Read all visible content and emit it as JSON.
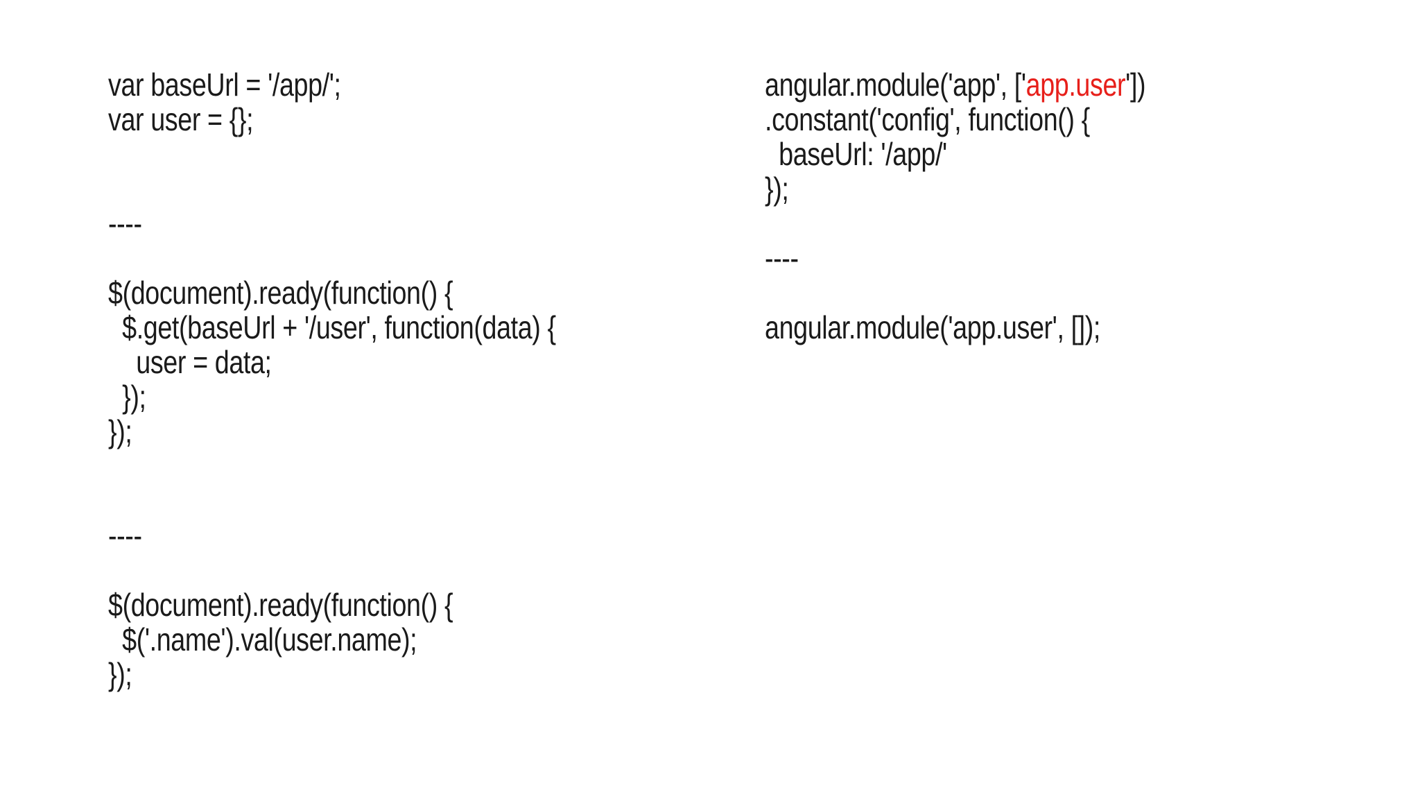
{
  "colors": {
    "background": "#ffffff",
    "text": "#1a1a1a",
    "highlight_red": "#e71f1a"
  },
  "left_column": {
    "language": "jquery-javascript",
    "lines": [
      "var baseUrl = '/app/';",
      "var user = {};",
      "",
      "",
      "----",
      "",
      "$(document).ready(function() {",
      "  $.get(baseUrl + '/user', function(data) {",
      "    user = data;",
      "  });",
      "});",
      "",
      "",
      "----",
      "",
      "$(document).ready(function() {",
      "  $('.name').val(user.name);",
      "});"
    ]
  },
  "right_column": {
    "language": "angularjs",
    "line1": {
      "prefix": "angular.module('app', ['",
      "highlight": "app.user",
      "suffix": "'])"
    },
    "lines": [
      ".constant('config', function() {",
      "  baseUrl: '/app/'",
      "});",
      "",
      "----",
      "",
      "angular.module('app.user', []);"
    ]
  }
}
